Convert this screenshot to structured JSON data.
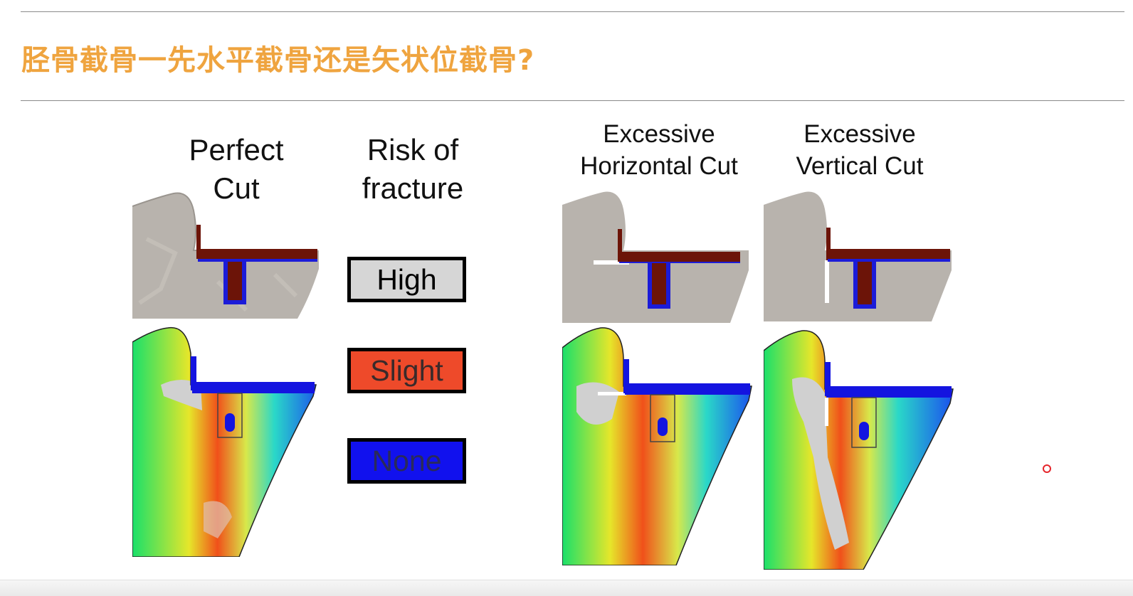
{
  "slide": {
    "title": "胫骨截骨一先水平截骨还是矢状位截骨?"
  },
  "columns": {
    "perfect": {
      "line1": "Perfect",
      "line2": "Cut"
    },
    "risk": {
      "line1": "Risk of",
      "line2": "fracture"
    },
    "horizontal": {
      "line1": "Excessive",
      "line2": "Horizontal Cut"
    },
    "vertical": {
      "line1": "Excessive",
      "line2": "Vertical Cut"
    }
  },
  "legend": [
    {
      "label": "High",
      "fill": "#d6d6d6",
      "text_color": "#000000"
    },
    {
      "label": "Slight",
      "fill": "#ee4a2a",
      "text_color": "#3a2a2a"
    },
    {
      "label": "None",
      "fill": "#1111ee",
      "text_color": "#2a2a5a"
    }
  ],
  "colors": {
    "title": "#efa43f",
    "bone": "#b6b2ac",
    "implant": "#6a1208",
    "implant_outline": "#1414d8",
    "stress_low": "#1a3af0",
    "stress_mid": "#38d85a",
    "stress_high": "#f04a1a",
    "fracture_zone": "#cfcfcf"
  }
}
